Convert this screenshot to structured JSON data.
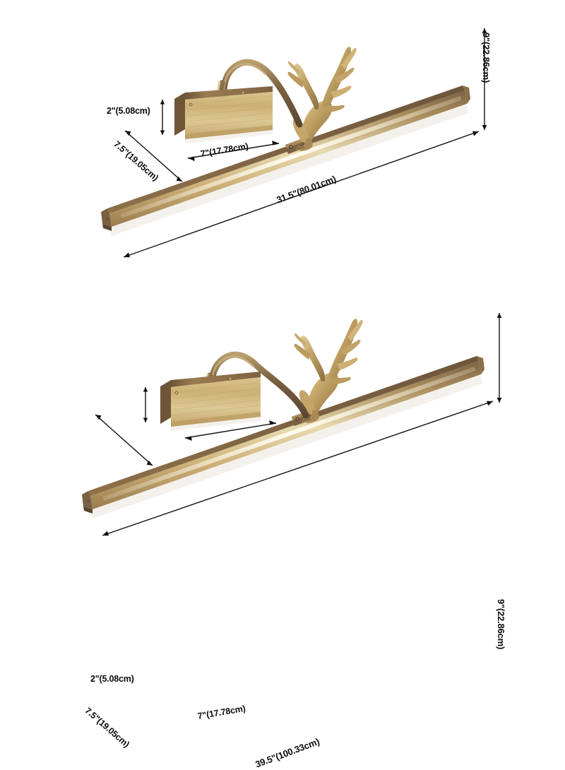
{
  "page": {
    "background_color": "#ffffff",
    "product": "antler brass picture light / vanity bar light",
    "finish_color": "#b8934f"
  },
  "palette": {
    "brass_light": "#e4d3a4",
    "brass_mid": "#c8a96a",
    "brass_dark": "#8d6f43",
    "bronze_shadow": "#6b523a",
    "dark_edge": "#4a382a",
    "line": "#111111",
    "text": "#0b0b0b"
  },
  "diagrams": [
    {
      "id": "diagram-1",
      "name": "31.5-inch variant",
      "dimensions": {
        "height": "2\"(5.08cm)",
        "depth": "7.5\"(19.05cm)",
        "shade_width": "7\"(17.78cm)",
        "overall_length": "31.5\"(80.01cm)",
        "overall_height": "9\"(22.86cm)"
      }
    },
    {
      "id": "diagram-2",
      "name": "39.5-inch variant",
      "dimensions": {
        "height": "2\"(5.08cm)",
        "depth": "7.5\"(19.05cm)",
        "shade_width": "7\"(17.78cm)",
        "overall_length": "39.5\"(100.33cm)",
        "overall_height": "9\"(22.86cm)"
      }
    }
  ]
}
